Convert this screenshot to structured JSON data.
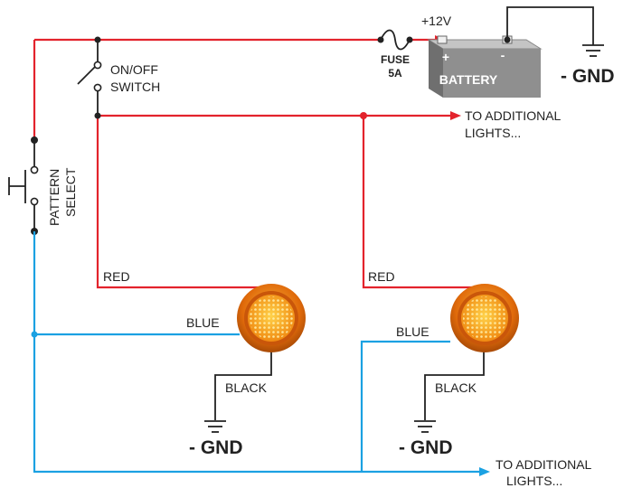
{
  "colors": {
    "positive_wire": "#e3232c",
    "pattern_wire": "#1ba1e2",
    "ground_wire": "#222222",
    "battery_body": "#8f8f8f",
    "led_outer": "#e8820c",
    "led_inner": "#f6a21c"
  },
  "labels": {
    "supply_voltage": "+12V",
    "fuse_title": "FUSE",
    "fuse_rating": "5A",
    "battery": "BATTERY",
    "battery_plus": "+",
    "battery_minus": "-",
    "battery_ground": "- GND",
    "switch_line1": "ON/OFF",
    "switch_line2": "SWITCH",
    "additional_top_line1": "TO ADDITIONAL",
    "additional_top_line2": "LIGHTS...",
    "pattern_line1": "PATTERN",
    "pattern_line2": "SELECT",
    "light1_red": "RED",
    "light1_blue": "BLUE",
    "light1_black": "BLACK",
    "light1_ground": "- GND",
    "light2_red": "RED",
    "light2_blue": "BLUE",
    "light2_black": "BLACK",
    "light2_ground": "- GND",
    "additional_bottom_line1": "TO ADDITIONAL",
    "additional_bottom_line2": "LIGHTS..."
  },
  "icons": {
    "led": "led-light-icon",
    "ground": "ground-symbol-icon",
    "fuse": "fuse-icon",
    "battery": "battery-icon",
    "switch": "toggle-switch-icon",
    "pushbutton": "push-button-icon"
  }
}
